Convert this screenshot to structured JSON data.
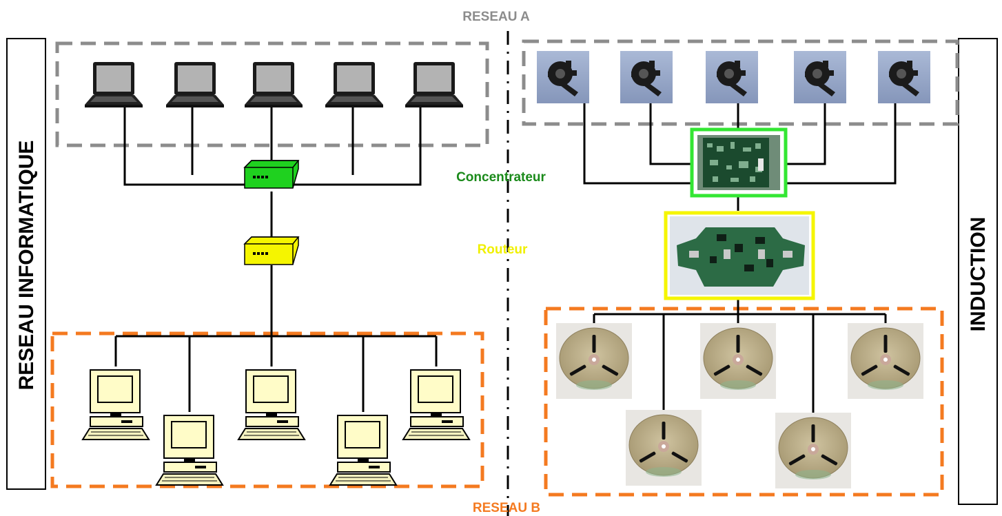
{
  "labels": {
    "reseau_a": "RESEAU A",
    "reseau_b": "RESEAU B",
    "left_side": "RESEAU INFORMATIQUE",
    "right_side": "INDUCTION",
    "concentrateur": "Concentrateur",
    "routeur": "Routeur"
  },
  "colors": {
    "gray_dash": "#8c8c8c",
    "orange_dash": "#f47a20",
    "hub_green": "#1fd11f",
    "router_yellow": "#f5f500",
    "concentrateur_text": "#1a8a1a",
    "routeur_text": "#f0f000",
    "reseau_a_text": "#8c8c8c",
    "reseau_b_text": "#f47a20",
    "line": "#000000"
  },
  "devices": {
    "laptops": 5,
    "desktops": 5,
    "knobs": 5,
    "induction_plates": 5
  },
  "icons": {
    "laptop": "laptop-icon",
    "desktop": "desktop-computer-icon",
    "hub": "hub-icon",
    "router": "router-icon",
    "knob": "rotary-knob-photo",
    "board": "circuit-board-photo",
    "plate": "induction-coil-photo"
  }
}
